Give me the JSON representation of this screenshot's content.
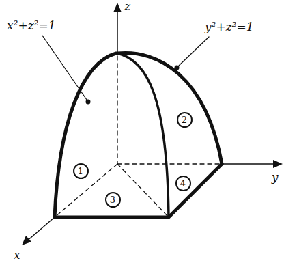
{
  "diagram": {
    "nodes": [
      {
        "text": [
          "1"
        ]
      },
      {
        "text": [
          "2"
        ]
      },
      {
        "text": [
          "3"
        ]
      },
      {
        "text": [
          "4"
        ]
      }
    ],
    "labels": [
      "z",
      "y",
      "x",
      "x²+z²=1",
      "y²+z²=1"
    ]
  }
}
